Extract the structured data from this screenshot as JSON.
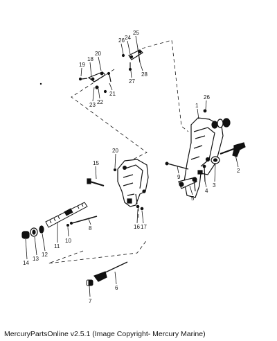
{
  "diagram": {
    "callouts": [
      "1",
      "2",
      "3",
      "4",
      "5",
      "6",
      "7",
      "8",
      "9",
      "10",
      "11",
      "12",
      "13",
      "14",
      "15",
      "16",
      "17",
      "18",
      "19",
      "20",
      "20",
      "21",
      "22",
      "23",
      "24",
      "25",
      "26",
      "26",
      "27",
      "28"
    ]
  },
  "caption": "MercuryPartsOnline v2.5.1 (Image Copyright- Mercury Marine)",
  "colors": {
    "ink": "#111111",
    "background": "#ffffff"
  }
}
